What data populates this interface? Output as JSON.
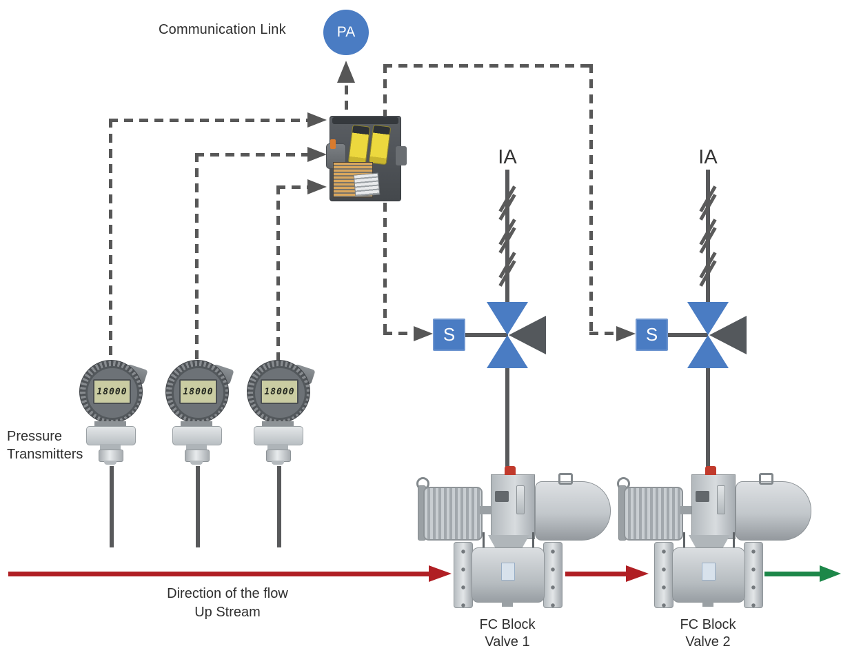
{
  "diagram": {
    "title": "Communication Link",
    "pa_node": {
      "label": "PA"
    },
    "transmitter": {
      "label_line1": "Pressure",
      "label_line2": "Transmitters",
      "display_value": "18000",
      "count": 3
    },
    "valves": [
      {
        "ia_label": "IA",
        "solenoid_label": "S",
        "name_line1": "FC Block",
        "name_line2": "Valve 1"
      },
      {
        "ia_label": "IA",
        "solenoid_label": "S",
        "name_line1": "FC Block",
        "name_line2": "Valve 2"
      }
    ],
    "flow": {
      "line1": "Direction of the flow",
      "line2": "Up Stream"
    },
    "colors": {
      "node_blue": "#4a7cc3",
      "line_gray": "#58595b",
      "flow_red": "#b01f24",
      "flow_green": "#1d8749",
      "text": "#2f2f2f"
    }
  }
}
